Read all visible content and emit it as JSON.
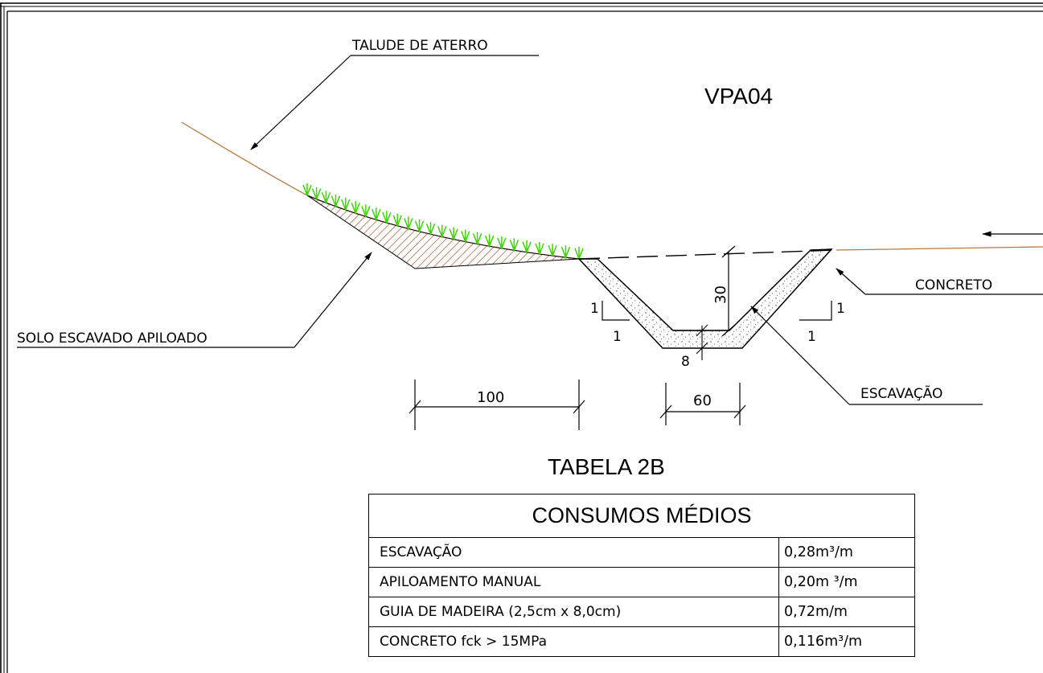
{
  "drawing": {
    "title": "VPA04",
    "labels": {
      "talude": "TALUDE DE ATERRO",
      "solo": "SOLO ESCAVADO APILOADO",
      "concreto": "CONCRETO",
      "escavacao": "ESCAVAÇÃO"
    },
    "dimensions": {
      "width_berm": "100",
      "width_bottom": "60",
      "depth": "30",
      "thickness": "8"
    },
    "slope_labels": {
      "left_vertical": "1",
      "left_horizontal": "1",
      "right_vertical": "1",
      "right_horizontal": "1"
    }
  },
  "table": {
    "caption": "TABELA 2B",
    "header": "CONSUMOS MÉDIOS",
    "rows": [
      {
        "item": "ESCAVAÇÃO",
        "value": "0,28m³/m"
      },
      {
        "item": "APILOAMENTO MANUAL",
        "value": "0,20m ³/m"
      },
      {
        "item": "GUIA DE MADEIRA (2,5cm x 8,0cm)",
        "value": "0,72m/m"
      },
      {
        "item": "CONCRETO fck > 15MPa",
        "value": "0,116m³/m"
      }
    ]
  },
  "colors": {
    "grass": "#3cd600",
    "hatch": "#9a4a1e",
    "ground_line": "#b5793f",
    "line": "#000000"
  }
}
